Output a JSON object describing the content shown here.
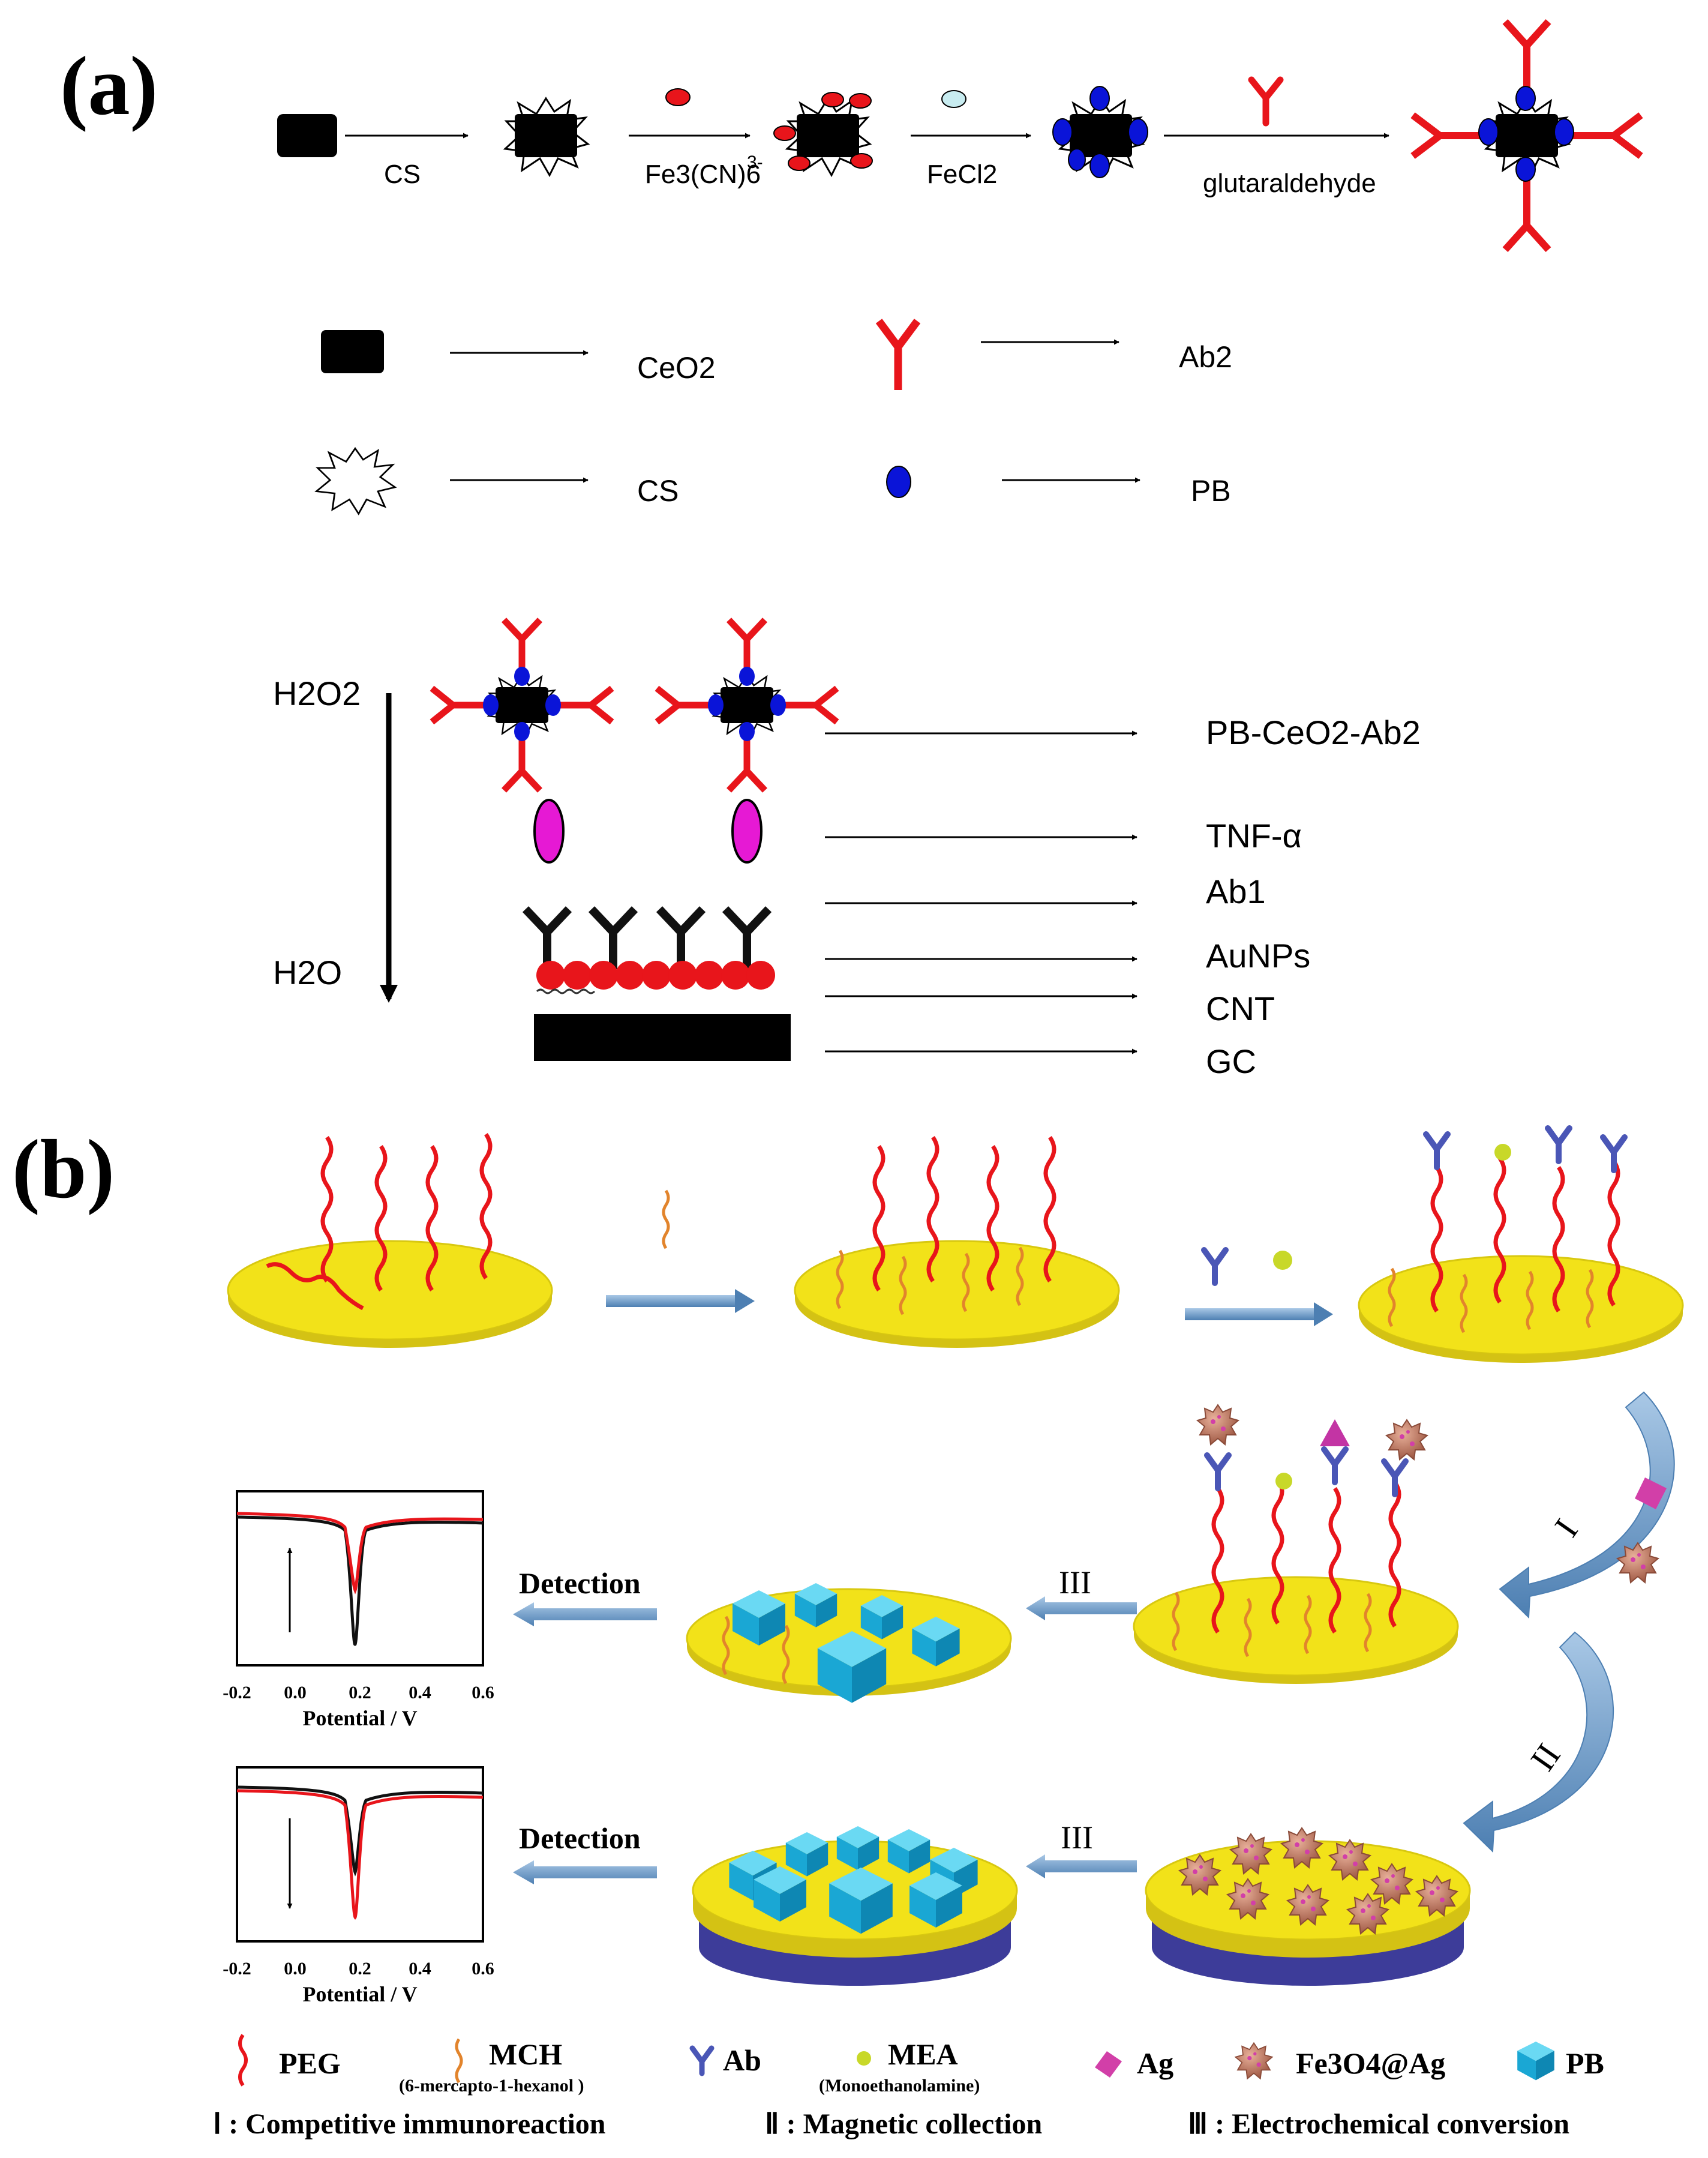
{
  "panel_a": {
    "label": "(a)",
    "step_labels": [
      "CS",
      "Fe3(CN)6",
      "3-",
      "FeCl2",
      "glutaraldehyde"
    ],
    "legend": {
      "ceo2": "CeO2",
      "ab2": "Ab2",
      "cs": "CS",
      "pb": "PB"
    },
    "electrode": {
      "h2o2": "H2O2",
      "h2o": "H2O",
      "layers": [
        "PB-CeO2-Ab2",
        "TNF-α",
        "Ab1",
        "AuNPs",
        "CNT",
        "GC"
      ]
    }
  },
  "panel_b": {
    "label": "(b)",
    "step_roman": [
      "I",
      "II",
      "III",
      "III"
    ],
    "detection": [
      "Detection",
      "Detection"
    ],
    "plot_axes": {
      "xlabel": "Potential / V",
      "ticks": [
        "-0.2",
        "0.0",
        "0.2",
        "0.4",
        "0.6"
      ]
    },
    "legend": {
      "peg": "PEG",
      "mch": "MCH",
      "mch_full": "(6-mercapto-1-hexanol )",
      "ab": "Ab",
      "mea": "MEA",
      "mea_full": "(Monoethanolamine)",
      "ag": "Ag",
      "fe3o4": "Fe3O4@Ag",
      "pb": "PB"
    },
    "footnotes": [
      "Ⅰ : Competitive immunoreaction",
      "Ⅱ : Magnetic collection",
      "Ⅲ : Electrochemical conversion"
    ]
  },
  "colors": {
    "red": "#e8151b",
    "blue": "#0a14d8",
    "magenta": "#e619d4",
    "yellow": "#f2e219",
    "cyan": "#2ab6dc",
    "navy": "#35348f",
    "arrow_blue": "#6f9cc8"
  }
}
